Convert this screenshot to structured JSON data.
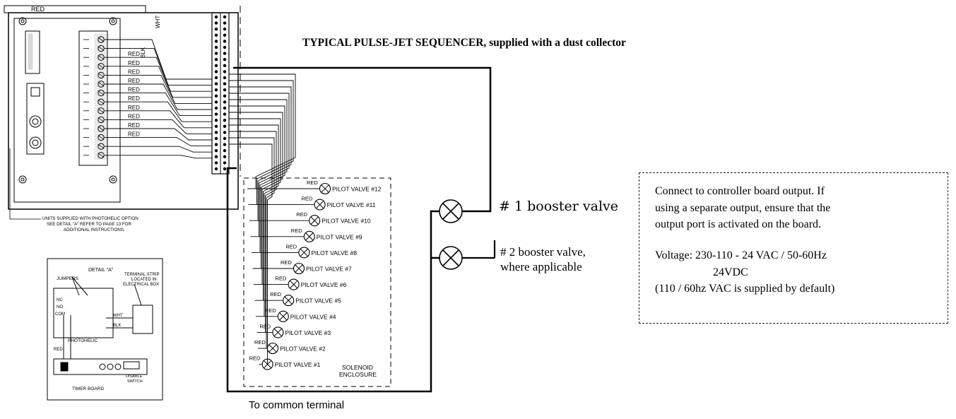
{
  "title": "TYPICAL PULSE-JET SEQUENCER, supplied with a dust collector",
  "booster_1_label": "# 1 booster valve",
  "booster_2_label_line1": "# 2 booster valve,",
  "booster_2_label_line2": "where applicable",
  "common_terminal_label": "To common terminal",
  "note": {
    "line1": "Connect to controller board output. If",
    "line2": "using a separate output, ensure that the",
    "line3": "output port is activated on the board.",
    "voltage_line1": "Voltage: 230-110 - 24 VAC / 50-60Hz",
    "voltage_line2": "24VDC",
    "voltage_line3": "(110 / 60hz VAC is supplied by default)"
  },
  "enclosure_label_line1": "SOLENOID",
  "enclosure_label_line2": "ENCLOSURE",
  "pilot_valves": [
    "PILOT VALVE #12",
    "PILOT VALVE #11",
    "PILOT VALVE #10",
    "PILOT VALVE #9",
    "PILOT VALVE #8",
    "PILOT VALVE #7",
    "PILOT VALVE #6",
    "PILOT VALVE #5",
    "PILOT VALVE #4",
    "PILOT VALVE #3",
    "PILOT VALVE #2",
    "PILOT VALVE #1"
  ],
  "wire_red": "RED",
  "wire_blk": "BLK",
  "wire_wht": "WHT",
  "board_note_line1": "UNITS SUPPLIED WITH PHOTOHELIC OPTION",
  "board_note_line2": "SEE DETAIL \"A\" REFER TO PAGE 13 FOR",
  "board_note_line3": "ADDITIONAL INSTRUCTIONS.",
  "detail": {
    "title": "DETAIL \"A\"",
    "jumpers": "JUMPERS",
    "terminal_line1": "TERMINAL STRIP",
    "terminal_line2": "LOCATED IN",
    "terminal_line3": "ELECTRICAL BOX",
    "nc": "NC",
    "no": "NO",
    "com": "COM",
    "photohelic": "PHOTOHELIC",
    "red": "RED",
    "wht": "WHT",
    "blk": "BLK",
    "timer_board": "TIMER BOARD",
    "disable_switch_1": "DISABLE",
    "disable_switch_2": "SWITCH"
  }
}
